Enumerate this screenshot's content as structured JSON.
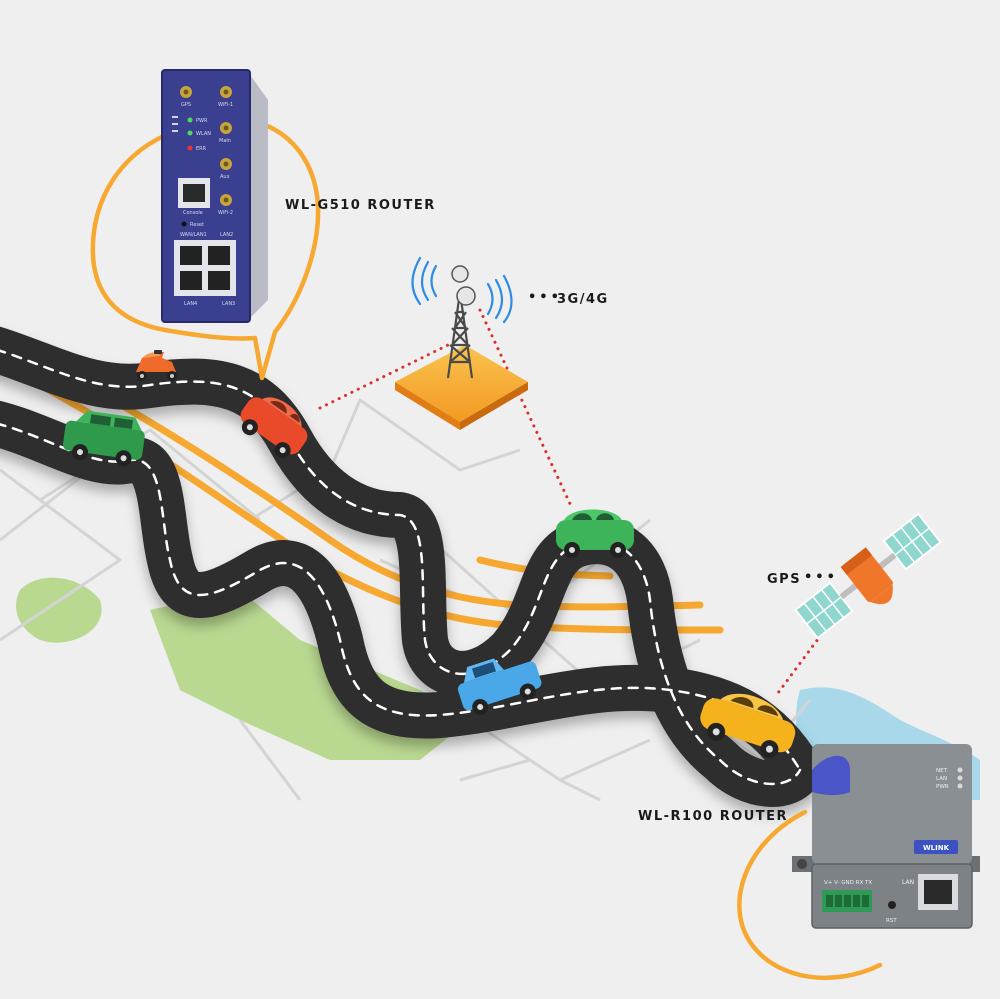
{
  "labels": {
    "router_g510": "WL-G510 ROUTER",
    "network": "3G/4G",
    "gps": "GPS",
    "router_r100": "WL-R100 ROUTER"
  },
  "g510_panel": {
    "ant_gps": "GPS",
    "ant_wifi1": "WiFi-1",
    "ant_main": "Main",
    "ant_aux": "Aux",
    "ant_wifi2": "WiFi-2",
    "led_pwr": "PWR",
    "led_wlan": "WLAN",
    "led_err": "ERR",
    "console": "Console",
    "reset": "Reset",
    "wan_lan1": "WAN/LAN1",
    "lan2": "LAN2",
    "lan4": "LAN4",
    "lan3": "LAN3"
  },
  "r100_panel": {
    "led_net": "NET",
    "led_lan": "LAN",
    "led_pwr": "PWR",
    "brand": "WLINK",
    "terminal_labels": "V+  V-  GND RX  TX",
    "lan": "LAN",
    "rst": "RST"
  },
  "colors": {
    "background": "#efefef",
    "road": "#2f2f2f",
    "road_dash": "#ffffff",
    "orange_line": "#f6a831",
    "park_green": "#b9d890",
    "water_blue": "#a8d8ea",
    "link_dots": "#d8302a",
    "router_g510": "#3a3f8f",
    "router_r100": "#7d8287"
  }
}
